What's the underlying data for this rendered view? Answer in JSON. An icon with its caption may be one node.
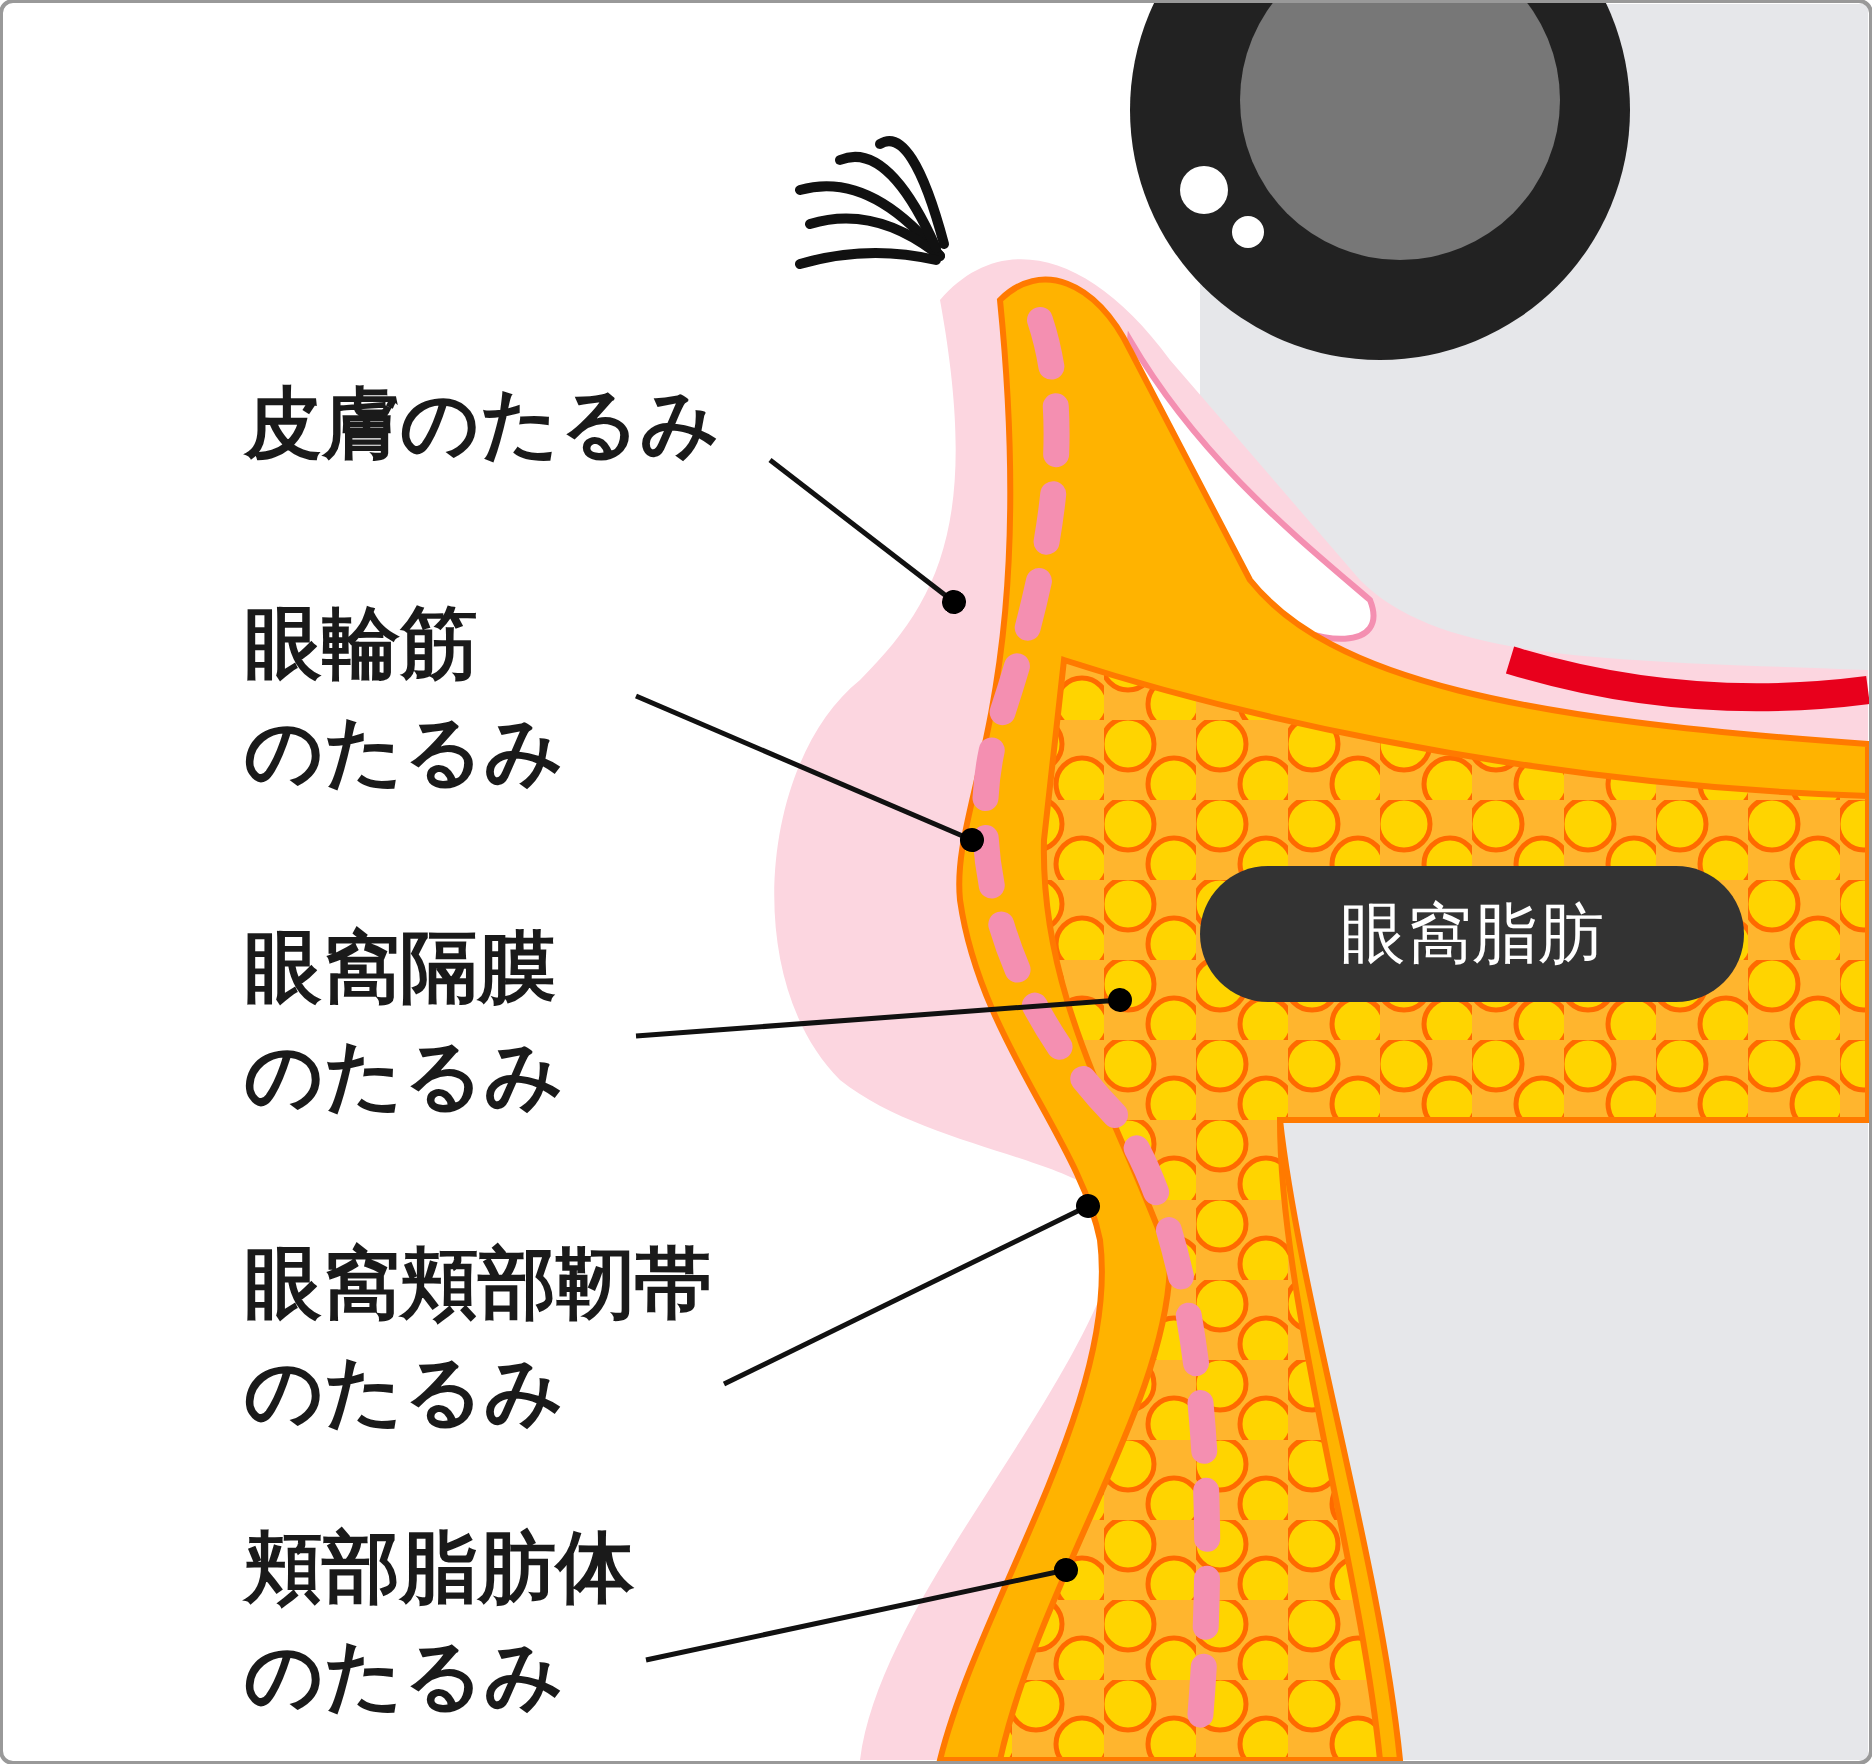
{
  "diagram": {
    "nodes": [
      {
        "text": [
          "皮膚のたるみ"
        ]
      },
      {
        "text": [
          "眼輪筋のたるみ"
        ]
      },
      {
        "text": [
          "眼窩隔膜のたるみ"
        ]
      },
      {
        "text": [
          "眼窩頬部靭帯のたるみ"
        ]
      },
      {
        "text": [
          "頬部脂肪体のたるみ"
        ]
      },
      {
        "text": [
          "眼窩脂肪"
        ]
      }
    ],
    "edges": [
      {
        "from": 0,
        "to": null,
        "arrow": "other"
      },
      {
        "from": 1,
        "to": null,
        "arrow": "other"
      },
      {
        "from": 2,
        "to": null,
        "arrow": "other"
      },
      {
        "from": 3,
        "to": null,
        "arrow": "other"
      },
      {
        "from": 4,
        "to": null,
        "arrow": "other"
      }
    ]
  }
}
